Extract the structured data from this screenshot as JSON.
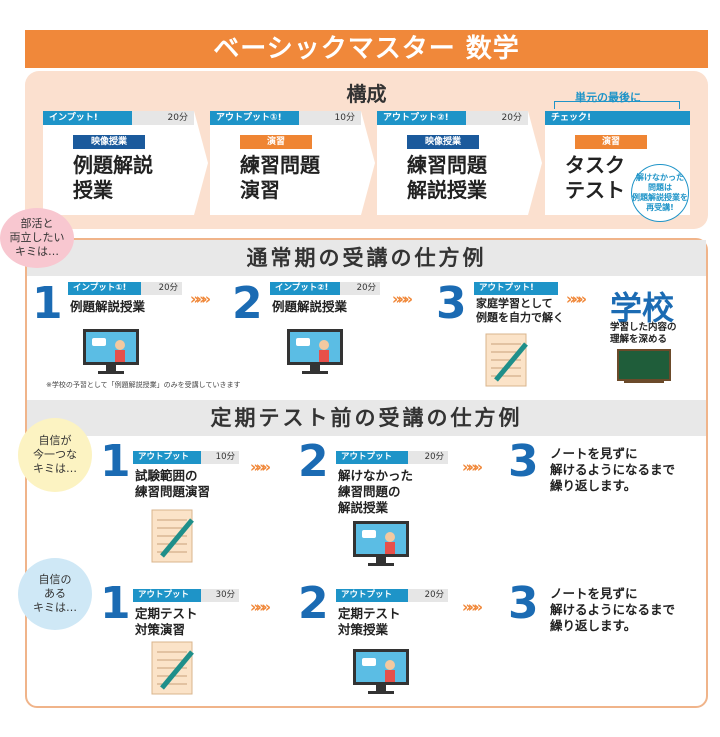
{
  "title": "ベーシックマスター 数学",
  "composition": {
    "heading": "構成",
    "tail_label": "単元の最後に",
    "cards": [
      {
        "tag": "インプット!",
        "time": "20分",
        "badge": "映像授業",
        "badge_color": "#1b5a9c",
        "text": "例題解説\n授業"
      },
      {
        "tag": "アウトプット①!",
        "time": "10分",
        "badge": "演習",
        "badge_color": "#ef8533",
        "text": "練習問題\n演習"
      },
      {
        "tag": "アウトプット②!",
        "time": "20分",
        "badge": "映像授業",
        "badge_color": "#1b5a9c",
        "text": "練習問題\n解説授業"
      },
      {
        "tag": "チェック!",
        "time": "",
        "badge": "演習",
        "badge_color": "#ef8533",
        "text": "タスク\nテスト"
      }
    ],
    "replay_note": "解けなかった\n問題は\n例題解説授業を\n再受講!"
  },
  "regular": {
    "heading": "通常期の受講の仕方例",
    "bubble": "部活と\n両立したい\nキミは…",
    "steps": [
      {
        "num": "1",
        "tag": "インプット①!",
        "time": "20分",
        "text": "例題解説授業"
      },
      {
        "num": "2",
        "tag": "インプット②!",
        "time": "20分",
        "text": "例題解説授業"
      },
      {
        "num": "3",
        "tag": "アウトプット!",
        "time": "",
        "text": "家庭学習として\n例題を自力で解く"
      }
    ],
    "school_title": "学校",
    "school_text": "学習した内容の\n理解を深める",
    "footnote": "※学校の予習として「例題解説授業」のみを受講していきます"
  },
  "test": {
    "heading": "定期テスト前の受講の仕方例",
    "groups": [
      {
        "bubble": "自信が\n今一つな\nキミは…",
        "steps": [
          {
            "num": "1",
            "tag": "アウトプット①!",
            "time": "10分",
            "text": "試験範囲の\n練習問題演習"
          },
          {
            "num": "2",
            "tag": "アウトプット②!",
            "time": "20分",
            "text": "解けなかった\n練習問題の\n解説授業"
          }
        ],
        "step3_num": "3",
        "step3_text": "ノートを見ずに\n解けるようになるまで\n繰り返します。"
      },
      {
        "bubble": "自信の\nある\nキミは…",
        "steps": [
          {
            "num": "1",
            "tag": "アウトプット①!",
            "time": "30分",
            "text": "定期テスト\n対策演習"
          },
          {
            "num": "2",
            "tag": "アウトプット②!",
            "time": "20分",
            "text": "定期テスト\n対策授業"
          }
        ],
        "step3_num": "3",
        "step3_text": "ノートを見ずに\n解けるようになるまで\n繰り返します。"
      }
    ]
  },
  "chevrons": "»»»",
  "colors": {
    "orange": "#f0883a",
    "blue": "#1b6bb3",
    "cyan": "#1e94c8",
    "peach": "#fbe0cf"
  },
  "icons": [
    "monitor-teacher-icon",
    "worksheet-pen-icon",
    "chalkboard-icon"
  ]
}
